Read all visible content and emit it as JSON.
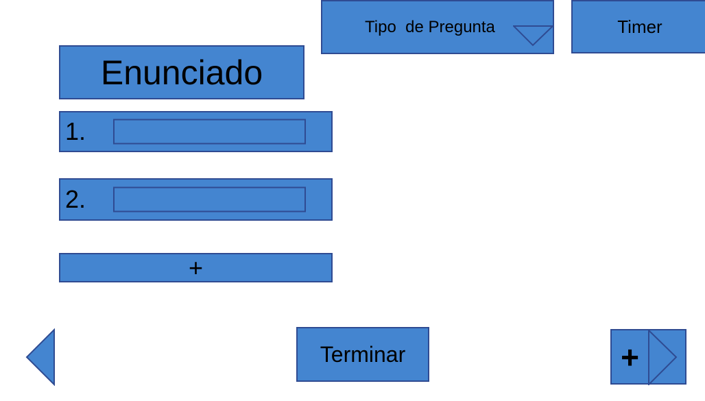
{
  "header": {
    "question_type_label": "Tipo  de Pregunta",
    "timer_label": "Timer"
  },
  "question": {
    "statement_label": "Enunciado",
    "options": [
      {
        "number": "1.",
        "value": ""
      },
      {
        "number": "2.",
        "value": ""
      }
    ],
    "add_option_label": "+"
  },
  "footer": {
    "terminate_label": "Terminar",
    "add_question_label": "+"
  },
  "icons": {
    "dropdown": "chevron-down-triangle-icon",
    "previous": "triangle-left-icon",
    "next": "triangle-right-icon"
  },
  "colors": {
    "fill": "#4485d0",
    "stroke": "#2f4b92",
    "background": "#ffffff"
  }
}
